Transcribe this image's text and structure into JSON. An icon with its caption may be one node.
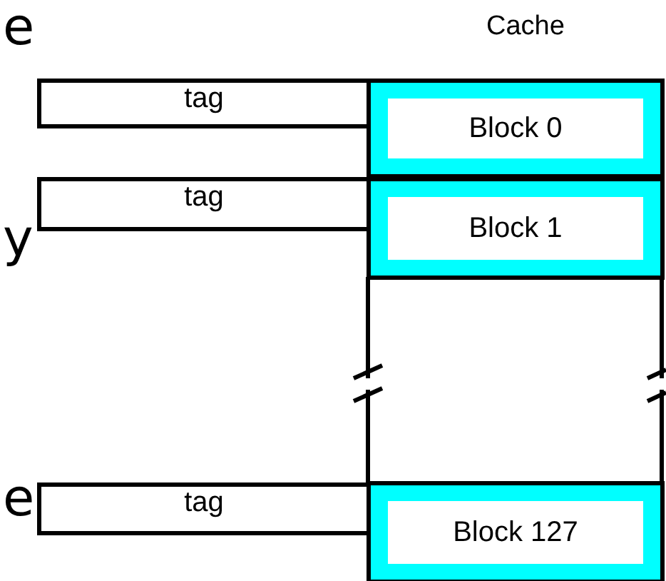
{
  "diagram": {
    "nodes": [
      {
        "text": [
          "tag"
        ]
      },
      {
        "text": [
          "Block 0"
        ]
      },
      {
        "text": [
          "tag"
        ]
      },
      {
        "text": [
          "Block 1"
        ]
      },
      {
        "text": [
          "tag"
        ]
      },
      {
        "text": [
          "Block 127"
        ]
      }
    ],
    "labels": [
      "e",
      "Cache",
      "y",
      "e"
    ]
  }
}
